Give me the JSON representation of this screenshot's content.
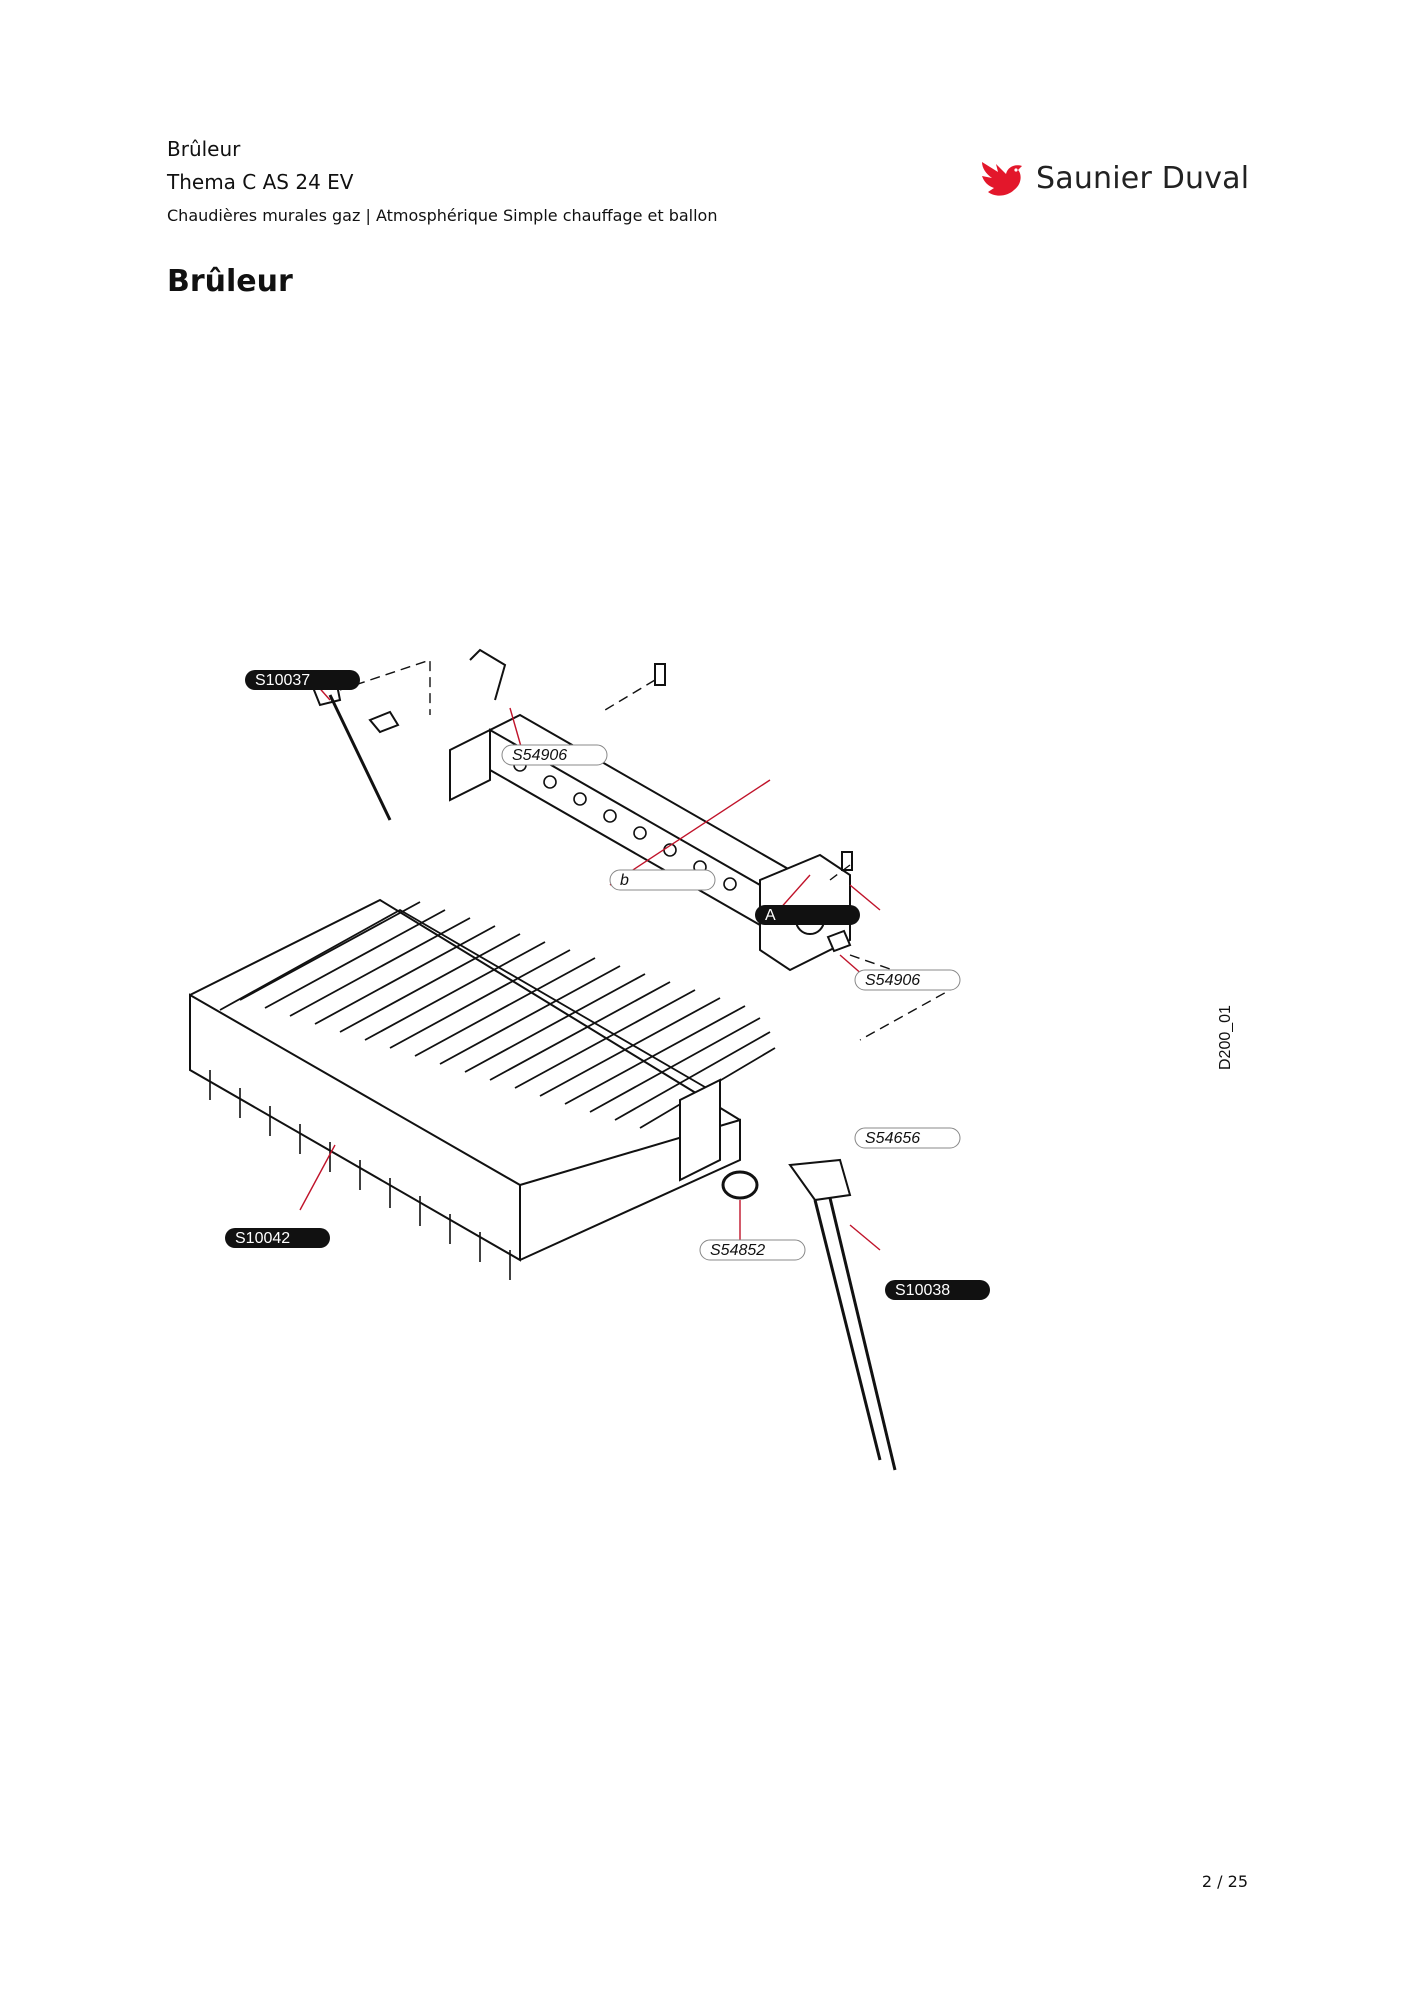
{
  "header": {
    "title": "Brûleur",
    "model": "Thema C AS 24 EV",
    "category": "Chaudières murales gaz | Atmosphérique Simple chauffage et ballon"
  },
  "brand": {
    "name": "Saunier Duval",
    "logo_icon": "red-bird-logo-icon",
    "color": "#e3172b"
  },
  "section": {
    "title": "Brûleur"
  },
  "drawing": {
    "reference": "D200_01",
    "callouts": {
      "s10037": "S10037",
      "s54906_top": "S54906",
      "b": "b",
      "a": "A",
      "s54906_right": "S54906",
      "s54656": "S54656",
      "s10042": "S10042",
      "s54852": "S54852",
      "s10038": "S10038"
    }
  },
  "footer": {
    "page": "2 / 25"
  }
}
